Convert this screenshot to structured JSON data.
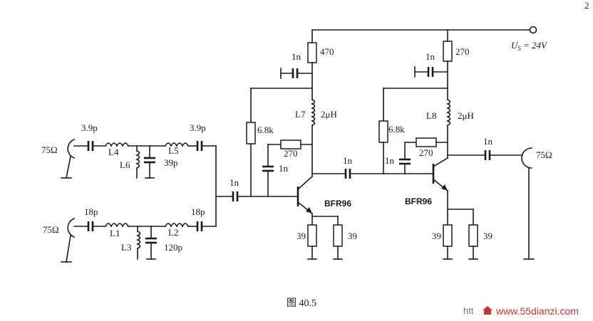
{
  "page_marker": "2",
  "supply_label": "U",
  "supply_sub": "S",
  "supply_value": " = 24V",
  "caption": "图 40.5",
  "watermark": {
    "prefix": "htt",
    "site": "www.55dianzi.com",
    "color": "#d03030"
  },
  "input_top": {
    "port": "75Ω",
    "c_in": "3.9p",
    "l_a": "L4",
    "l_shunt": "L6",
    "c_shunt": "39p",
    "l_b": "L5",
    "c_out": "3.9p"
  },
  "input_bottom": {
    "port": "75Ω",
    "c_in": "18p",
    "l_a": "L1",
    "l_shunt": "L3",
    "c_shunt": "120p",
    "l_b": "L2",
    "c_out": "18p"
  },
  "coupling_cap": "1n",
  "stage1": {
    "r_supply": "470",
    "c_decouple": "1n",
    "inductor": "L7",
    "inductor_value": "2μH",
    "r_bias": "6.8k",
    "r_feedback": "270",
    "c_feedback": "1n",
    "transistor": "BFR96",
    "r_emitter_a": "39",
    "r_emitter_b": "39"
  },
  "interstage_cap": "1n",
  "stage2": {
    "r_supply": "270",
    "c_decouple": "1n",
    "inductor": "L8",
    "inductor_value": "2μH",
    "r_bias": "6.8k",
    "r_feedback": "270",
    "c_feedback": "1n",
    "transistor": "BFR96",
    "r_emitter_a": "39",
    "r_emitter_b": "39"
  },
  "output_cap": "1n",
  "output_port": "75Ω"
}
